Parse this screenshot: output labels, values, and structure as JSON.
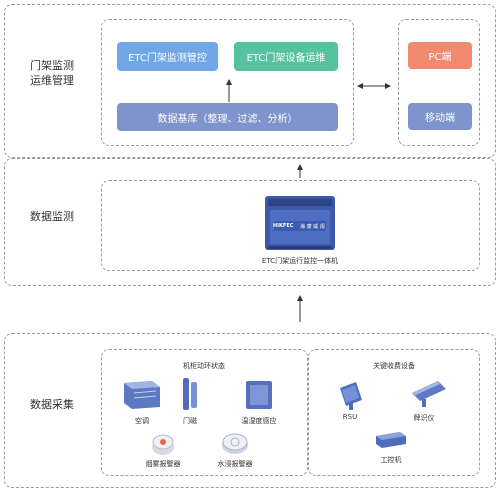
{
  "sections": {
    "ops": {
      "label_line1": "门架监测",
      "label_line2": "运维管理"
    },
    "monitor": {
      "label": "数据监测"
    },
    "collect": {
      "label": "数据采集"
    }
  },
  "ops": {
    "etc_monitor_control": "ETC门架监测管控",
    "etc_device_ops": "ETC门架设备运维",
    "database": "数据基库（整理、过滤、分析）",
    "pc_client": "PC端",
    "mobile_client": "移动端"
  },
  "monitor": {
    "device_caption": "ETC门架运行监控一体机",
    "device_brand": "HIKFEC",
    "device_brand_cn": "海 康 威 视"
  },
  "collect": {
    "env_title": "机柜动环状态",
    "aircon": "空调",
    "door_sensor": "门磁",
    "temp_humidity": "温湿度感应",
    "smoke_alarm": "烟雾报警器",
    "water_alarm": "水浸报警器",
    "toll_title": "关键收费设备",
    "rsu": "RSU",
    "plate_recognizer": "牌识仪",
    "ipc": "工控机"
  },
  "colors": {
    "blue_button": "#6fa7e6",
    "green_button": "#55c3a0",
    "purple_button": "#7f93cc",
    "orange_button": "#ef8a6f",
    "arrow": "#333333",
    "dashed_border": "#9a9a9a"
  }
}
